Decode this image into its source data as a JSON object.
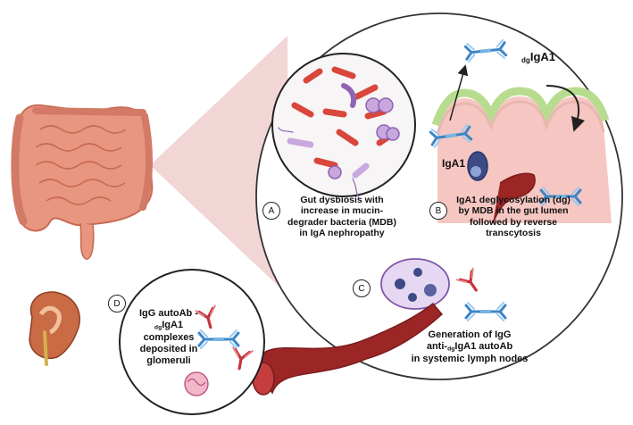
{
  "labels": {
    "a_letter": "A",
    "a_text": "Gut dysbiosis with increase in mucin-degrader bacteria (MDB) in IgA nephropathy",
    "b_letter": "B",
    "b_text": "IgA1 deglycosylation (dg) by MDB in the gut lumen followed by reverse transcytosis",
    "c_letter": "C",
    "c_text_line1": "Generation of IgG",
    "c_text_line2_prefix": "anti-",
    "c_text_line2_sub": "dg",
    "c_text_line2_suffix": "IgA1 autoAb",
    "c_text_line3": "in systemic lymph nodes",
    "d_letter": "D",
    "d_text_line1": "IgG autoAb -",
    "d_text_line2_sub": "dg",
    "d_text_line2_main": "IgA1",
    "d_text_line3": "complexes",
    "d_text_line4": "deposited in",
    "d_text_line5": "glomeruli",
    "dgiga1_sub": "dg",
    "dgiga1_main": "IgA1",
    "iga1": "IgA1"
  },
  "colors": {
    "intestine": "#e8967f",
    "intestine_dark": "#c86a55",
    "zoom_wedge": "#f2d5d5",
    "bacteria_red": "#d9463b",
    "bacteria_purple": "#8e63b4",
    "bacteria_light_purple": "#c9a7df",
    "mucus_green": "#b8dc8f",
    "epithelium_pink": "#f6c7c2",
    "blood_vessel": "#9c2626",
    "antibody_blue": "#3d86c7",
    "antibody_red": "#c7333a",
    "lymph_node": "#e6d7f2",
    "kidney": "#c96b45"
  }
}
